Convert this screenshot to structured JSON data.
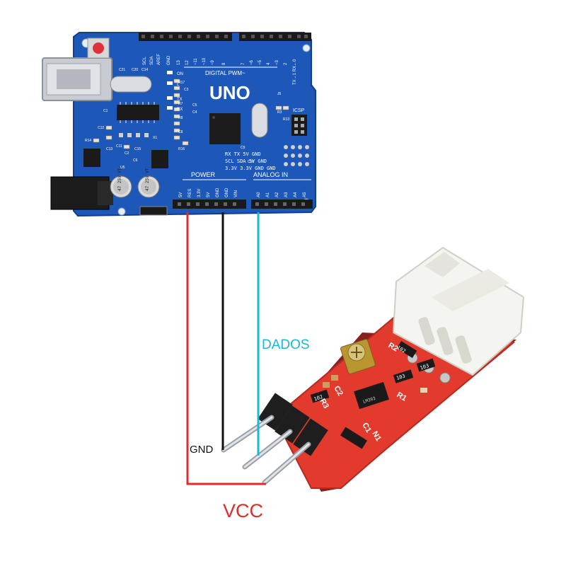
{
  "board": {
    "model": "UNO",
    "digital_label": "DIGITAL PWM~",
    "power_label": "POWER",
    "analog_label": "ANALOG IN",
    "icsp_label": "ICSP",
    "txrx_label": "TX→1 RX←0",
    "top_pins": [
      "SCL",
      "SDA",
      "AREF",
      "GND",
      "13",
      "12",
      "~11",
      "~10",
      "~9",
      "8",
      "7",
      "~6",
      "~5",
      "4",
      "~3",
      "2"
    ],
    "power_pins": [
      "5V",
      "RES",
      "3.3V",
      "5V",
      "GND",
      "GND",
      "VIN"
    ],
    "analog_pins": [
      "A0",
      "A1",
      "A2",
      "A3",
      "A4",
      "A5"
    ],
    "header_rows": [
      "RX  TX  5V  GND",
      "SCL SDA 5V  GND",
      "3.3V 3.3V GND GND"
    ],
    "cap_label": "47 25V VT",
    "side_leds": [
      "ON",
      "L",
      "TX",
      "RX"
    ],
    "component_refs": [
      "C21",
      "C20",
      "C14",
      "C1",
      "C12",
      "R14",
      "C13",
      "U5",
      "C11",
      "C15",
      "R16",
      "R17",
      "R3",
      "R7",
      "R8",
      "C8",
      "X1",
      "R13",
      "J5",
      "C2",
      "C6",
      "C3",
      "C5",
      "C4",
      "C9",
      "C10"
    ]
  },
  "sensor": {
    "pcb_markings": [
      "R2",
      "R1",
      "C2",
      "R3",
      "C1",
      "N1"
    ],
    "chip_marks": [
      "102",
      "103",
      "102",
      "103"
    ],
    "ic_mark": "LM393"
  },
  "wires": {
    "gnd": {
      "label": "GND",
      "color": "#111111"
    },
    "vcc": {
      "label": "VCC",
      "color": "#e32b2b"
    },
    "data": {
      "label": "DADOS",
      "color": "#1ab8d6"
    }
  }
}
